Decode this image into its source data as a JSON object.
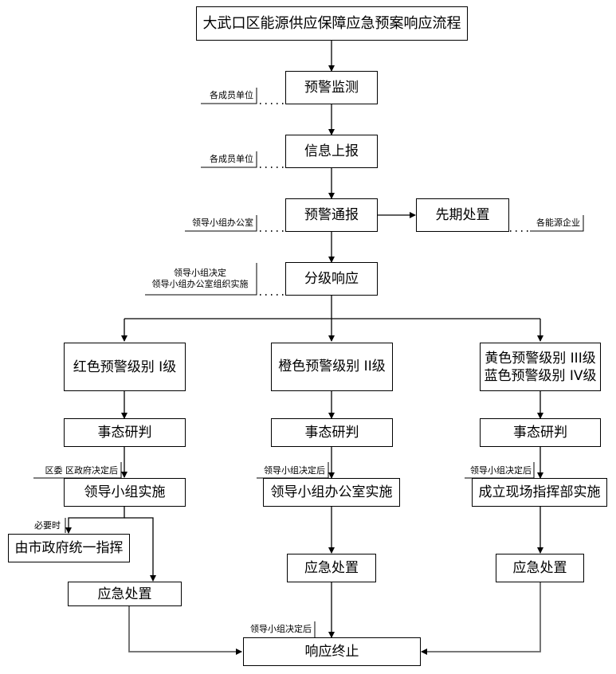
{
  "title": "大武口区能源供应保障应急预案响应流程",
  "main_flow": {
    "warning_monitoring": "预警监测",
    "info_report": "信息上报",
    "warning_notice": "预警通报",
    "early_response": "先期处置",
    "graded_response": "分级响应"
  },
  "side_notes": {
    "monitoring_party": "各成员单位",
    "report_party": "各成员单位",
    "notice_party": "领导小组办公室",
    "early_party": "各能源企业",
    "graded_party_line1": "领导小组决定",
    "graded_party_line2": "领导小组办公室组织实施"
  },
  "branches": [
    {
      "level": "红色预警级别 I级",
      "assess": "事态研判",
      "decision_note": "区委 区政府决定后",
      "implement": "领导小组实施",
      "extra_note": "必要时",
      "extra": "由市政府统一指挥",
      "handle": "应急处置"
    },
    {
      "level": "橙色预警级别 II级",
      "assess": "事态研判",
      "decision_note": "领导小组决定后",
      "implement": "领导小组办公室实施",
      "handle": "应急处置"
    },
    {
      "level_line1": "黄色预警级别 III级",
      "level_line2": "蓝色预警级别 IV级",
      "assess": "事态研判",
      "decision_note": "领导小组决定后",
      "implement": "成立现场指挥部实施",
      "handle": "应急处置"
    }
  ],
  "end": {
    "note": "领导小组决定后",
    "label": "响应终止"
  }
}
